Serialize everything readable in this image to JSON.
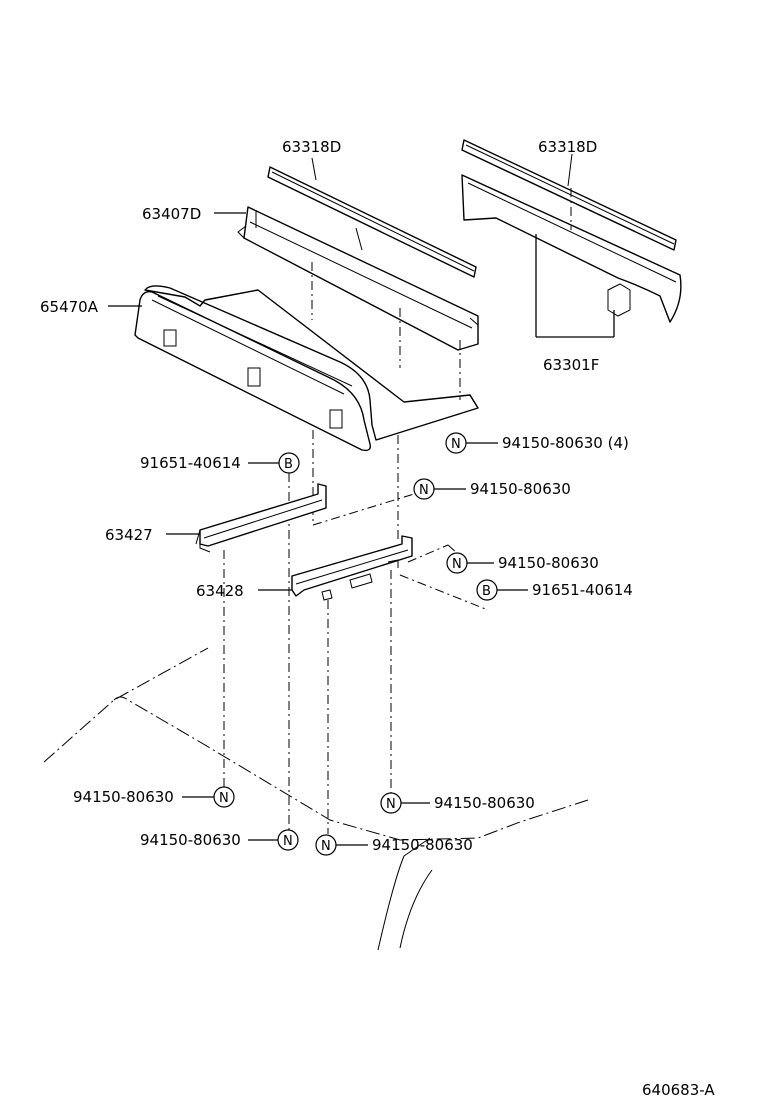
{
  "diagram": {
    "figure_code": "640683-A",
    "parts": {
      "p63318D_left": "63318D",
      "p63318D_right": "63318D",
      "p63407D": "63407D",
      "p65470A": "65470A",
      "p63301F": "63301F",
      "p63427": "63427",
      "p63428": "63428"
    },
    "fasteners": {
      "n_tray_4": "94150-80630 (4)",
      "b_left": "91651-40614",
      "n_mid": "94150-80630",
      "n_right": "94150-80630",
      "b_right": "91651-40614",
      "n_bottom_left": "94150-80630",
      "n_bottom_right": "94150-80630",
      "n_bottom_mid1": "94150-80630",
      "n_bottom_mid2": "94150-80630"
    },
    "symbols": {
      "nut": "N",
      "bolt": "B"
    }
  }
}
